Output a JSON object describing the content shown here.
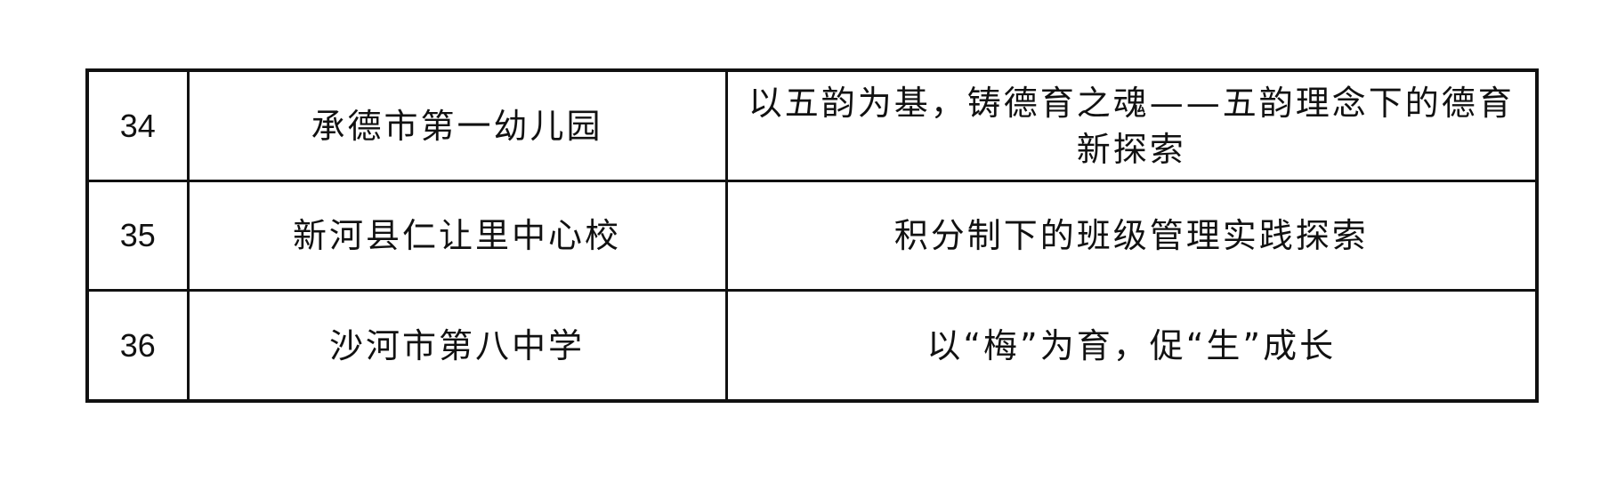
{
  "rows": [
    {
      "no": "34",
      "school": "承德市第一幼儿园",
      "title": "以五韵为基，铸德育之魂——五韵理念下的德育新探索"
    },
    {
      "no": "35",
      "school": "新河县仁让里中心校",
      "title": "积分制下的班级管理实践探索"
    },
    {
      "no": "36",
      "school": "沙河市第八中学",
      "title": "以“梅”为育，促“生”成长"
    }
  ]
}
